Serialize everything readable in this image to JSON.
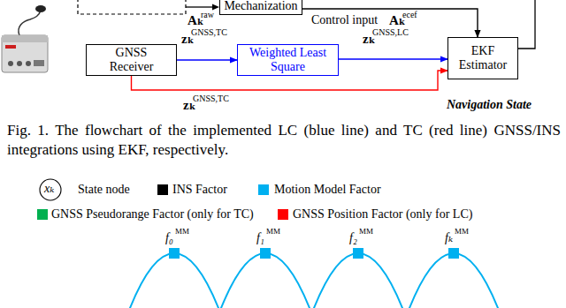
{
  "diagram": {
    "caption": "Fig. 1. The flowchart of the implemented LC (blue line) and TC (red line) GNSS/INS integrations using EKF, respectively.",
    "nodes": [
      {
        "text": [
          "Mechanization"
        ]
      },
      {
        "text": [
          "EKF Estimator"
        ]
      },
      {
        "text": [
          "GNSS Receiver"
        ]
      },
      {
        "text": [
          "Weighted Least Square"
        ]
      }
    ],
    "edges": [
      {
        "from": 0,
        "to": 1,
        "arrow": "to",
        "label": "Control input"
      },
      {
        "from": 2,
        "to": 3,
        "arrow": "to",
        "label": "zₖ"
      },
      {
        "from": 3,
        "to": 1,
        "arrow": "to",
        "label": "zₖ"
      },
      {
        "from": 2,
        "to": 1,
        "arrow": "to",
        "label": "zₖ"
      }
    ],
    "labels": [
      "Aₖ",
      "raw",
      "Aₖ",
      "ecef",
      "GNSS,TC",
      "GNSS,LC",
      "GNSS,TC",
      "Navigation State",
      "xₖ",
      "f₀",
      "MM",
      "f₁",
      "MM",
      "f₂",
      "MM",
      "fₖ",
      "MM"
    ],
    "legend": [
      {
        "text": "State node"
      },
      {
        "text": "INS Factor",
        "color": "#000000"
      },
      {
        "text": "Motion Model Factor",
        "color": "#00b0f0"
      },
      {
        "text": "GNSS Pseudorange Factor (only for TC)",
        "color": "#00b050"
      },
      {
        "text": "GNSS Position Factor (only for LC)",
        "color": "#ff0000"
      }
    ]
  }
}
